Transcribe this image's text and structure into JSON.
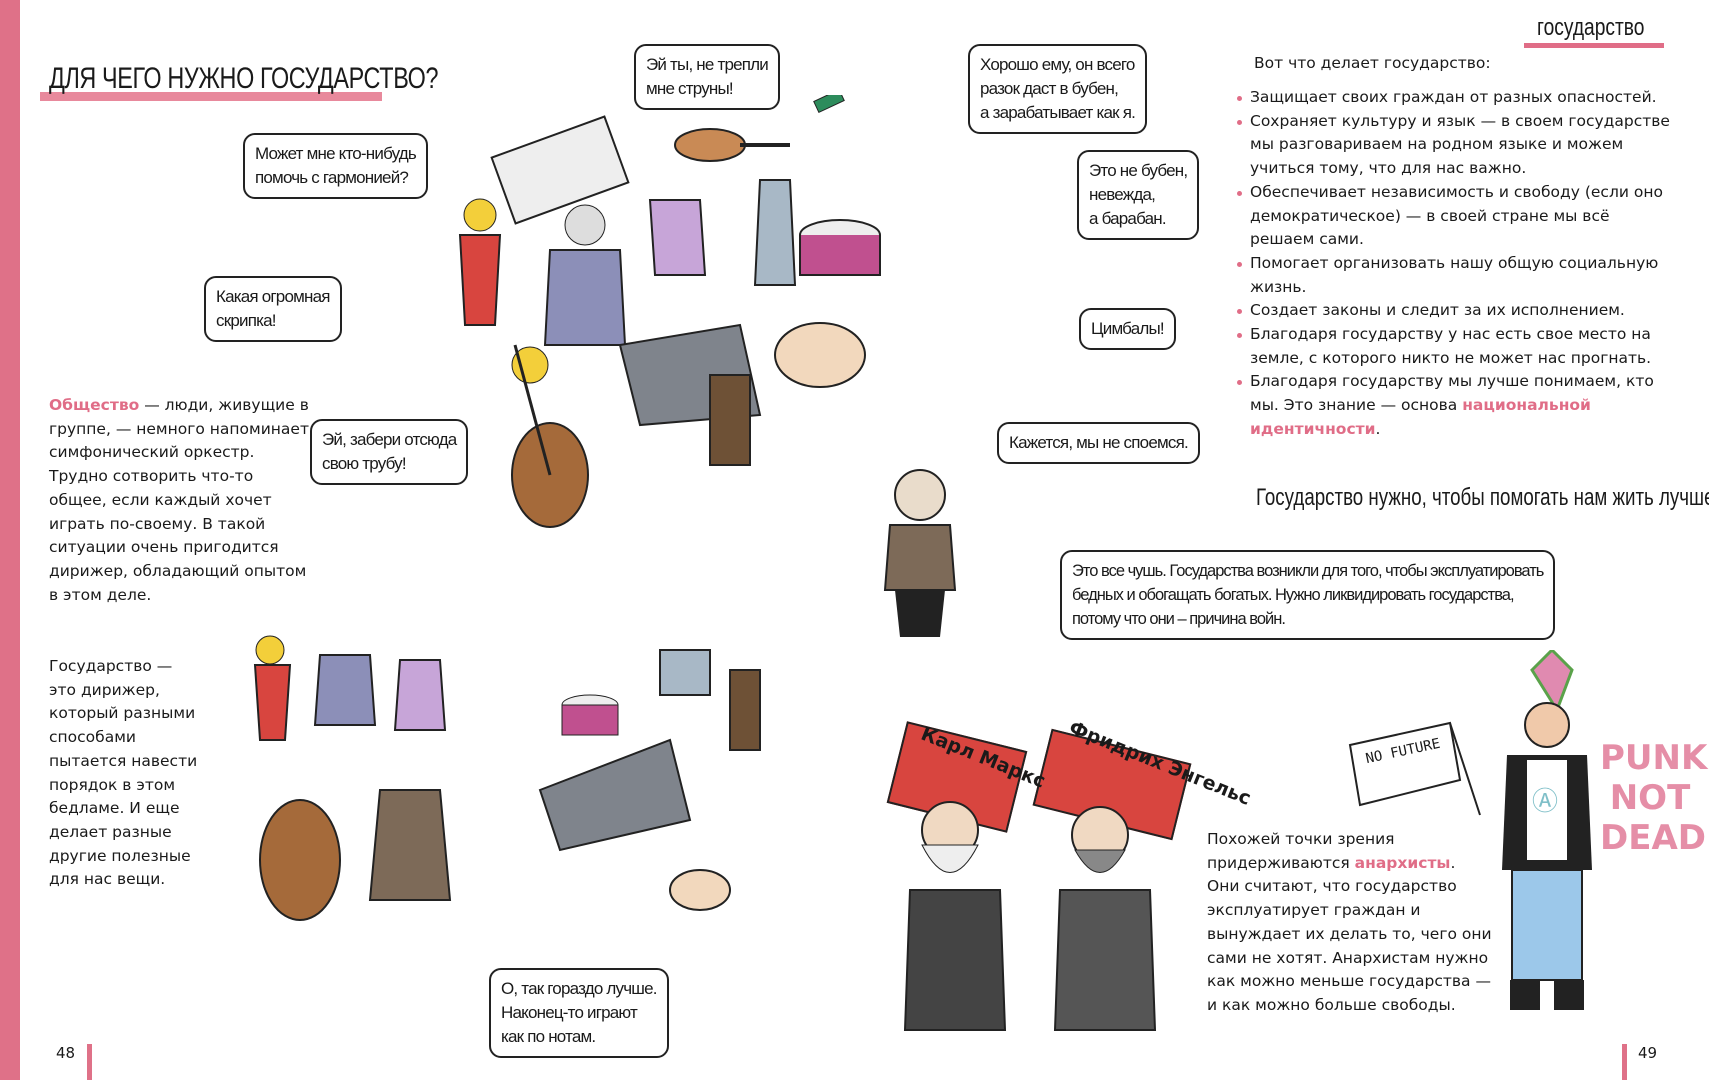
{
  "left_page": {
    "title": "ДЛЯ ЧЕГО НУЖНО ГОСУДАРСТВО?",
    "society_term": "Общество",
    "society_text": " — люди, живущие в группе, — немного напоминает симфонический оркестр. Трудно сотворить что-то общее, если каждый хочет играть по-своему. В такой ситуации очень пригодится дирижер, обладающий опытом в этом деле.",
    "state_text": "Государство — это дирижер, который разными способами пытается навести порядок в этом бедламе. И еще делает разные другие полезные для нас вещи.",
    "page_number": "48"
  },
  "right_page": {
    "section_label": "государство",
    "intro": "Вот что делает государство:",
    "bullets": [
      "Защищает своих граждан от разных опасностей.",
      "Сохраняет культуру и язык — в своем государстве мы разговариваем на родном языке и можем учиться тому, что для нас важно.",
      "Обеспечивает независимость и свободу (если оно демократическое) — в своей стране мы всё решаем сами.",
      "Помогает организовать нашу общую социальную жизнь.",
      "Создает законы и следит за их исполнением.",
      "Благодаря государству у нас есть свое место на земле, с которого никто не может нас прогнать."
    ],
    "last_bullet_prefix": "Благодаря государству мы лучше понимаем, кто мы. Это знание — основа ",
    "last_bullet_term": "национальной идентичности",
    "last_bullet_suffix": ".",
    "statement": "Государство нужно, чтобы помогать нам жить лучше.",
    "anarchists_prefix": "Похожей точки зрения придерживаются ",
    "anarchists_term": "анархисты",
    "anarchists_suffix": ". Они считают, что государство эксплуатирует граждан и вынуждает их делать то, чего они сами не хотят. Анархистам нужно как можно меньше государства — и как можно больше свободы.",
    "page_number": "49"
  },
  "speech_bubbles": {
    "strings": "Эй ты, не трепли\nмне струны!",
    "tambourine": "Хорошо ему, он всего\nразок даст в бубен,\nа зарабатывает как я.",
    "accordion": "Может мне кто-нибудь\nпомочь с гармонией?",
    "drum": "Это не бубен,\nневежда,\nа барабан.",
    "violin": "Какая огромная\nскрипка!",
    "cymbals": "Цимбалы!",
    "trumpet": "Эй, забери отсюда\nсвою трубу!",
    "conductor": "Кажется, мы не споемся.",
    "marx_engels": "Это все чушь. Государства возникли для того, чтобы эксплуатировать\nбедных и обогащать богатых. Нужно ликвидировать государства,\nпотому что они – причина войн.",
    "better": "О, так гораздо лучше.\nНаконец-то играют\nкак по нотам."
  },
  "illustration_labels": {
    "marx_flag": "Карл Маркс",
    "engels_flag": "Фридрих Энгельс",
    "punk_flag": "NO FUTURE",
    "graffiti": "PUNKS NOT DEAD"
  },
  "colors": {
    "accent": "#e06d87",
    "flag_red": "#d8453f"
  }
}
